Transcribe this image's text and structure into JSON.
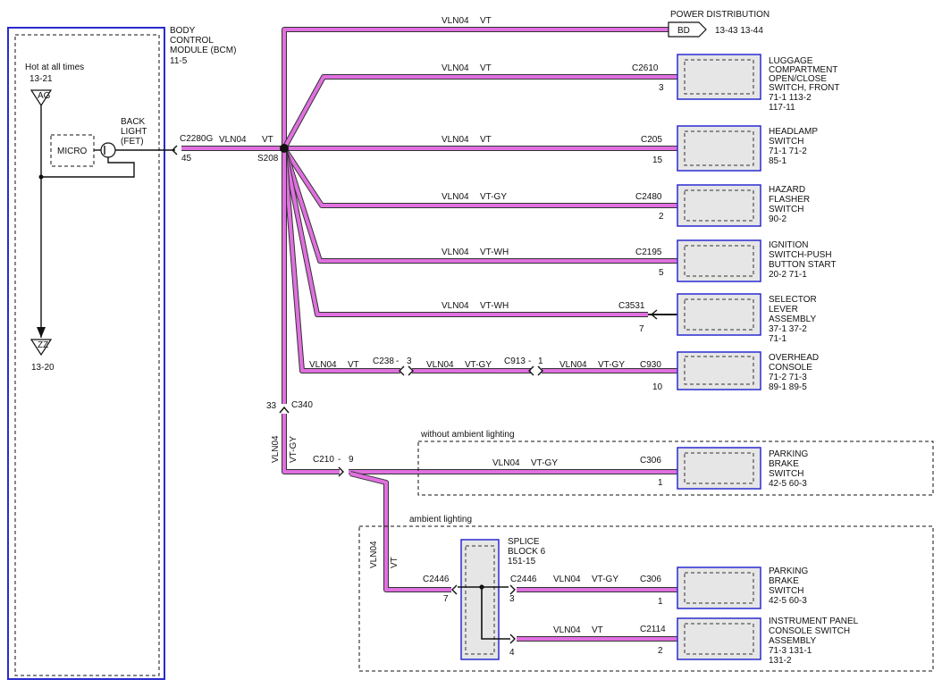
{
  "bcm": {
    "name": [
      "BODY",
      "CONTROL",
      "MODULE (BCM)"
    ],
    "ref": "11-5",
    "hot_label": "Hot at all times",
    "top_ref": "13-21",
    "top_bus": "AG",
    "bottom_bus": "ZZ",
    "bottom_ref": "13-20",
    "micro": "MICRO",
    "backlight": [
      "BACK",
      "LIGHT",
      "(FET)"
    ],
    "connector": "C2280G",
    "pin": "45"
  },
  "main_wire": {
    "circuit": "VLN04",
    "color": "VT"
  },
  "splice": {
    "name": "S208"
  },
  "power_dist": {
    "name": "POWER DISTRIBUTION",
    "tag": "BD",
    "refs": "13-43  13-44"
  },
  "branches": [
    {
      "circuit": "VLN04",
      "color": "VT",
      "connector": "C2610",
      "pin": "3",
      "lines": [
        "LUGGAGE",
        "COMPARTMENT",
        "OPEN/CLOSE",
        "SWITCH, FRONT",
        "71-1   113-2",
        "117-11"
      ]
    },
    {
      "circuit": "VLN04",
      "color": "VT",
      "connector": "C205",
      "pin": "15",
      "lines": [
        "HEADLAMP",
        "SWITCH",
        "71-1   71-2",
        "85-1"
      ]
    },
    {
      "circuit": "VLN04",
      "color": "VT-GY",
      "connector": "C2480",
      "pin": "2",
      "lines": [
        "HAZARD",
        "FLASHER",
        "SWITCH",
        "90-2"
      ]
    },
    {
      "circuit": "VLN04",
      "color": "VT-WH",
      "connector": "C2195",
      "pin": "5",
      "lines": [
        "IGNITION",
        "SWITCH-PUSH",
        "BUTTON START",
        "20-2   71-1"
      ]
    },
    {
      "circuit": "VLN04",
      "color": "VT-WH",
      "connector": "C3531",
      "pin": "7",
      "lines": [
        "SELECTOR",
        "LEVER",
        "ASSEMBLY",
        "37-1   37-2",
        "71-1"
      ]
    }
  ],
  "overhead": {
    "seg1": {
      "circuit": "VLN04",
      "color": "VT"
    },
    "c1": "C238",
    "c1_pin": "3",
    "seg2": {
      "circuit": "VLN04",
      "color": "VT-GY"
    },
    "c2": "C913",
    "c2_pin": "1",
    "seg3": {
      "circuit": "VLN04",
      "color": "VT-GY"
    },
    "connector": "C930",
    "pin": "10",
    "lines": [
      "OVERHEAD",
      "CONSOLE",
      "71-2   71-3",
      "89-1   89-5"
    ]
  },
  "c340": {
    "connector": "C340",
    "pin": "33"
  },
  "down_wire": {
    "circuit": "VLN04",
    "color": "VT-GY"
  },
  "c210": {
    "connector": "C210",
    "pin": "9"
  },
  "no_ambient": {
    "label": "without ambient lighting",
    "circuit": "VLN04",
    "color": "VT-GY",
    "connector": "C306",
    "pin": "1",
    "lines": [
      "PARKING",
      "BRAKE",
      "SWITCH",
      "42-5   60-3"
    ]
  },
  "ambient": {
    "label": "ambient lighting",
    "wire": {
      "circuit": "VLN04",
      "color": "VT"
    },
    "in_connector": "C2446",
    "in_pin": "7",
    "splice_block": [
      "SPLICE",
      "BLOCK 6",
      "151-15"
    ],
    "out1_connector": "C2446",
    "out1_pin": "3",
    "out1_wire": {
      "circuit": "VLN04",
      "color": "VT-GY"
    },
    "out2_pin": "4",
    "out2_wire": {
      "circuit": "VLN04",
      "color": "VT"
    },
    "dest1": {
      "connector": "C306",
      "pin": "1",
      "lines": [
        "PARKING",
        "BRAKE",
        "SWITCH",
        "42-5   60-3"
      ]
    },
    "dest2": {
      "connector": "C2114",
      "pin": "2",
      "lines": [
        "INSTRUMENT PANEL",
        "CONSOLE SWITCH",
        "ASSEMBLY",
        "71-3   131-1",
        "131-2"
      ]
    }
  }
}
